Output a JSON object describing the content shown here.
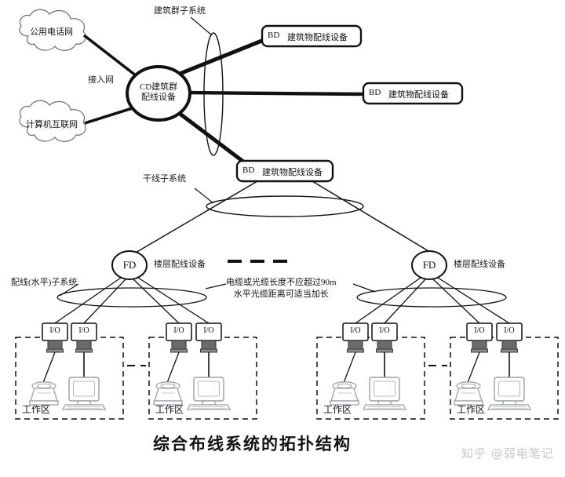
{
  "figure": {
    "title": "综合布线系统的拓扑结构",
    "watermark": "知乎 @弱电笔记"
  },
  "clouds": [
    {
      "id": "pstn",
      "label": "公用电话网"
    },
    {
      "id": "internet",
      "label": "计算机互联网"
    }
  ],
  "links": {
    "access_network": "接入网"
  },
  "nodes": {
    "cd": {
      "line1": "CD建筑群",
      "line2": "配线设备"
    },
    "bd_top": {
      "code": "BD",
      "label": "建筑物配线设备"
    },
    "bd_mid": {
      "code": "BD",
      "label": "建筑物配线设备"
    },
    "bd_main": {
      "code": "BD",
      "label": "建筑物配线设备"
    },
    "fd_left": {
      "code": "FD",
      "label": "楼层配线设备"
    },
    "fd_right": {
      "code": "FD",
      "label": "楼层配线设备"
    }
  },
  "subsystems": {
    "campus": "建筑群子系统",
    "backbone": "干线子系统",
    "horizontal": "配线(水平)子系统"
  },
  "annotations": {
    "cable_length_line1": "电缆或光缆长度不应超过90m",
    "cable_length_line2": "水平光缆距离可适当加长"
  },
  "work_areas": [
    {
      "id": "wa1",
      "label": "工作区",
      "outlets": [
        {
          "label": "I/O"
        },
        {
          "label": "I/O"
        }
      ],
      "devices": [
        "telephone",
        "computer"
      ]
    },
    {
      "id": "wa2",
      "label": "工作区",
      "outlets": [
        {
          "label": "I/O"
        },
        {
          "label": "I/O"
        }
      ],
      "devices": [
        "telephone",
        "computer"
      ]
    },
    {
      "id": "wa3",
      "label": "工作区",
      "outlets": [
        {
          "label": "I/O"
        },
        {
          "label": "I/O"
        }
      ],
      "devices": [
        "telephone",
        "computer"
      ]
    },
    {
      "id": "wa4",
      "label": "工作区",
      "outlets": [
        {
          "label": "I/O"
        },
        {
          "label": "I/O"
        }
      ],
      "devices": [
        "telephone",
        "computer"
      ]
    }
  ],
  "colors": {
    "line": "#111111",
    "background": "#ffffff",
    "outlet_body": "#6b6b6b",
    "device_outline": "#9aa0a6",
    "watermark": "#b9bcc1"
  }
}
